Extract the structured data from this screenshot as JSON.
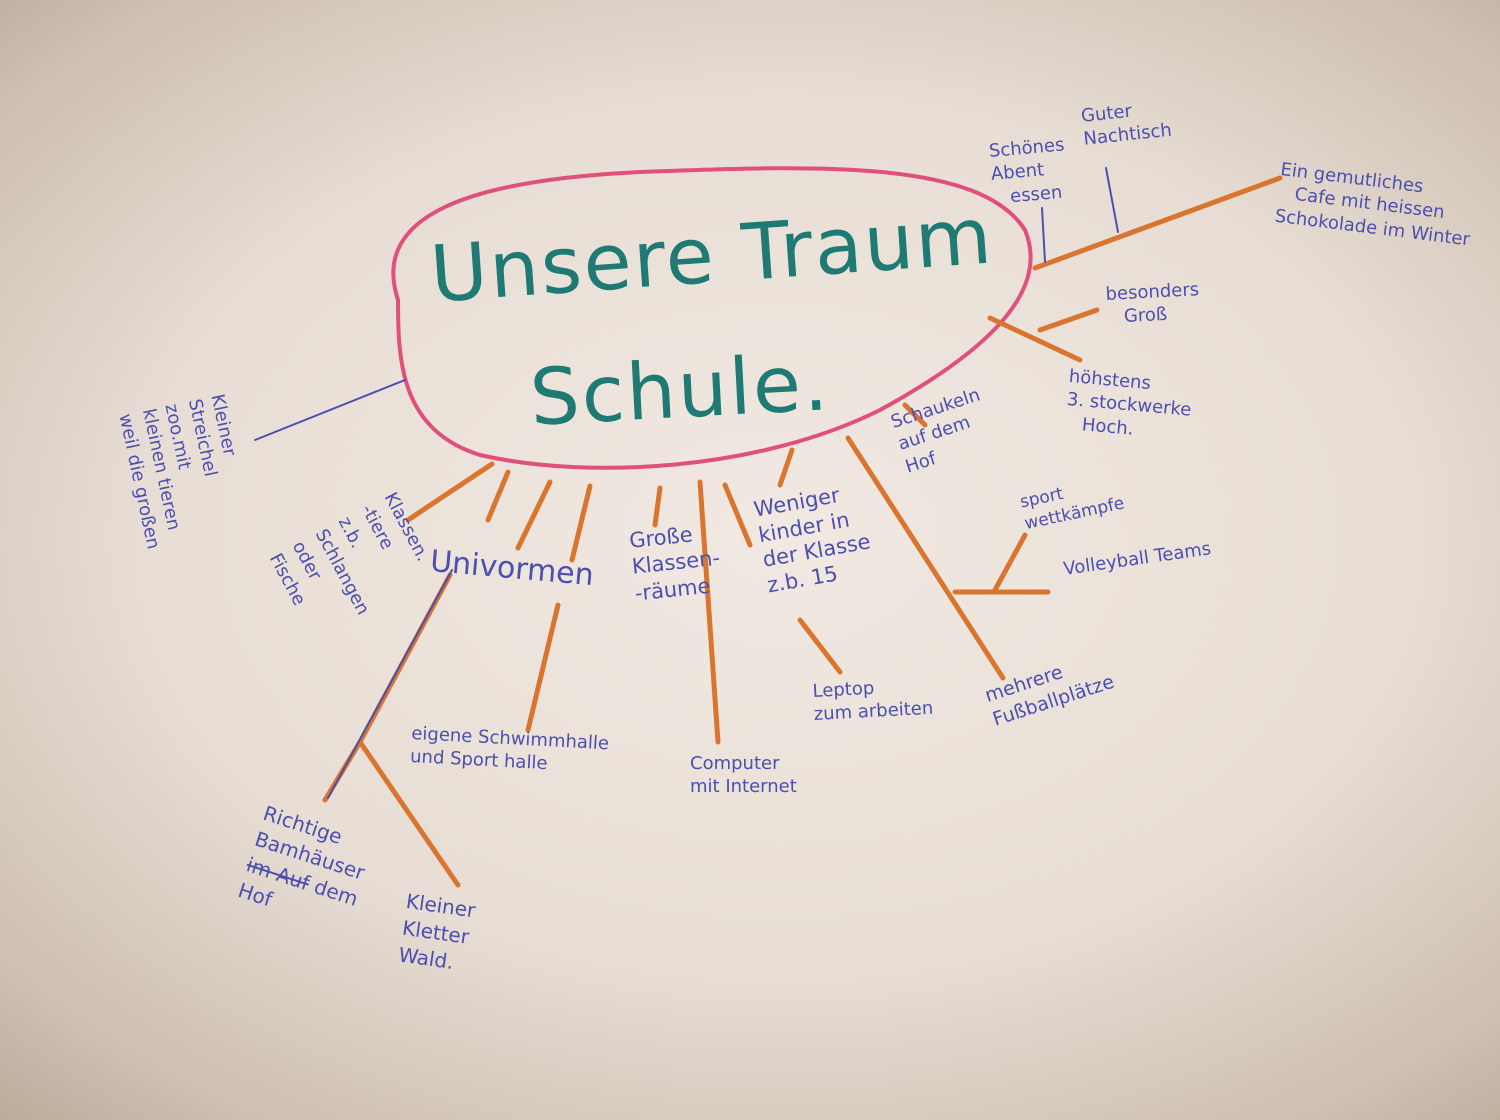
{
  "title": {
    "line1": "Unsere Traum",
    "line2": "Schule."
  },
  "nodes": {
    "schoenes_abendessen": "Schönes\nAbent\n   essen",
    "guter_nachtisch": "Guter\nNachtisch",
    "cafe": "Ein gemutliches\n   Cafe mit heissen\nSchokolade im Winter",
    "besonders_gross": "besonders\n   Groß",
    "hoechstens": "höhstens\n3. stockwerke\n   Hoch.",
    "schaukeln": "Schaukeln\nauf dem\nHof",
    "sport_wettkaempfe": "sport\nwettkämpfe",
    "volleyball": "Volleyball Teams",
    "fussballplaetze": "mehrere\nFußballplätze",
    "laptop": "Leptop\nzum arbeiten",
    "weniger_kinder": "Weniger\nkinder in\nder Klasse\nz.b. 15",
    "computer": "Computer\nmit Internet",
    "grosse_klassenraeume": "Große\nKlassen-\n-räume",
    "schwimmhalle": "eigene Schwimmhalle\nund Sport halle",
    "univormen": "Univormen",
    "klassentiere": "Klassen.\n-tiere\nz.b.\nSchlangen\noder\nFische",
    "streichelzoo": "Kleiner\nStreichel\nzoo.mit\nkleinen tieren\nweil die großen",
    "baumhaeuser_a": "Richtige\nBamhäuser\n",
    "baumhaeuser_strike": "im Auf",
    "baumhaeuser_b": " dem\nHof",
    "kletterwald": "Kleiner\nKletter\nWald."
  },
  "colors": {
    "title": "#1f7a74",
    "bubble": "#e0507a",
    "branch": "#d9752e",
    "ink": "#4a4fb0"
  }
}
